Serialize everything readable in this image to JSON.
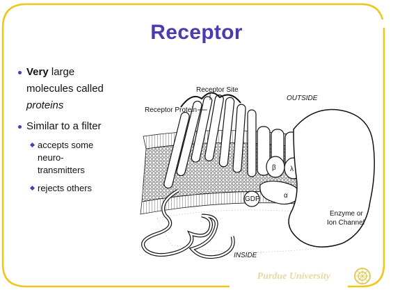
{
  "slide": {
    "title": "Receptor",
    "bullet1": {
      "bold": "Very",
      "rest1": " large",
      "line2": "molecules called",
      "italic": "proteins"
    },
    "bullet2": "Similar to a filter",
    "sub1": {
      "line1": "accepts some",
      "line2": "neuro-",
      "line3": "transmitters"
    },
    "sub2": "rejects others",
    "footer": "Purdue University"
  },
  "diagram": {
    "receptor_site": "Receptor Site",
    "outside": "OUTSIDE",
    "receptor_protein": "Receptor Protein",
    "beta": "β",
    "lambda": "λ",
    "alpha": "α",
    "gdp": "GDP",
    "enzyme_line1": "Enzyme or",
    "enzyme_line2": "Ion Channel",
    "inside": "INSIDE"
  },
  "colors": {
    "accent": "#4a3bb0",
    "frame": "#f2c418",
    "footer": "#e6d8a0"
  }
}
